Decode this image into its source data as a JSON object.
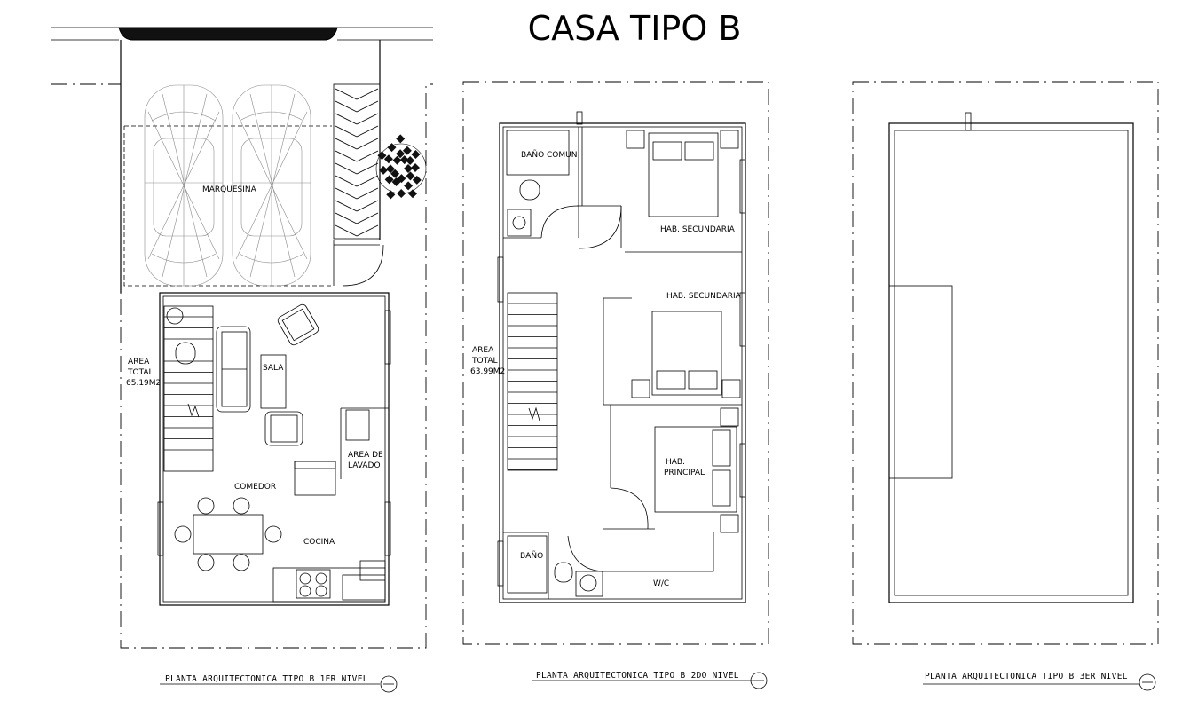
{
  "title": "CASA TIPO B",
  "level1": {
    "rooms": {
      "marquesina": "MARQUESINA",
      "sala": "SALA",
      "comedor": "COMEDOR",
      "cocina": "COCINA",
      "area_lavado_1": "AREA DE",
      "area_lavado_2": "LAVADO"
    },
    "area": {
      "line1": "AREA",
      "line2": "TOTAL",
      "value": "65.19M2"
    },
    "caption": "PLANTA ARQUITECTONICA TIPO B 1ER NIVEL"
  },
  "level2": {
    "rooms": {
      "bano_comun": "BAÑO COMUN",
      "hab_sec_1": "HAB. SECUNDARIA",
      "hab_sec_2": "HAB. SECUNDARIA",
      "hab_principal_1": "HAB.",
      "hab_principal_2": "PRINCIPAL",
      "bano": "BAÑO",
      "wc": "W/C"
    },
    "area": {
      "line1": "AREA",
      "line2": "TOTAL",
      "value": "63.99M2"
    },
    "caption": "PLANTA ARQUITECTONICA TIPO B 2DO NIVEL"
  },
  "level3": {
    "caption": "PLANTA ARQUITECTONICA TIPO B 3ER NIVEL"
  }
}
